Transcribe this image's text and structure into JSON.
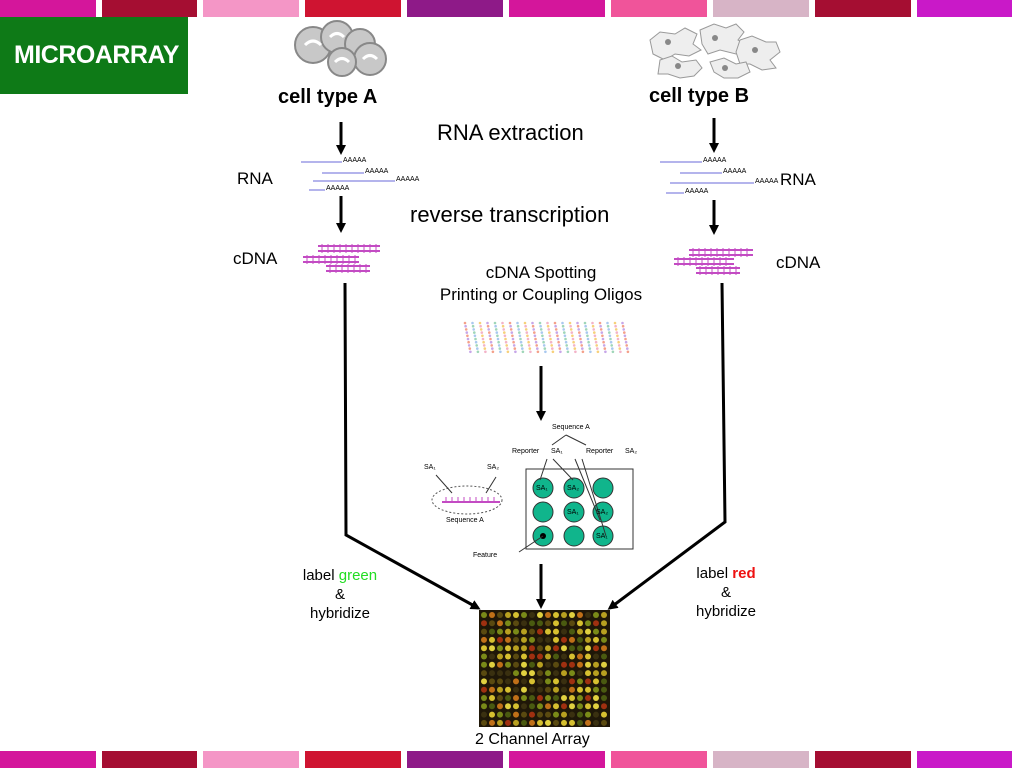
{
  "slide": {
    "badge": "MICROARRAY",
    "top_bar_colors": [
      "#d4169b",
      "#a50e32",
      "#f496c6",
      "#cf1431",
      "#8e1a88",
      "#d4169b",
      "#f0549a",
      "#d7b4c6",
      "#a50e32",
      "#c919c8"
    ],
    "bottom_bar_colors": [
      "#d4169b",
      "#a50e32",
      "#f496c6",
      "#cf1431",
      "#8e1a88",
      "#d4169b",
      "#f0549a",
      "#d7b4c6",
      "#a50e32",
      "#c919c8"
    ]
  },
  "diagram": {
    "cell_a": "cell type A",
    "cell_b": "cell type B",
    "rna_extraction": "RNA extraction",
    "reverse_transcription": "reverse transcription",
    "rna_left": "RNA",
    "rna_right": "RNA",
    "cdna_left": "cDNA",
    "cdna_right": "cDNA",
    "poly_a": "AAAAA",
    "spotting_line1": "cDNA Spotting",
    "spotting_line2": "Printing or Coupling Oligos",
    "sequence_a_top": "Sequence A",
    "reporter_1": "Reporter",
    "reporter_2": "Reporter",
    "sa1": "SA₁",
    "sa2": "SA₂",
    "sa1_left": "SA₁",
    "sa2_left": "SA₂",
    "sequence_a_left": "Sequence A",
    "feature": "Feature",
    "label_left_word": "label",
    "label_left_color": "green",
    "amp_left": "&",
    "hybridize_left": "hybridize",
    "label_right_word": "label",
    "label_right_color": "red",
    "amp_right": "&",
    "hybridize_right": "hybridize",
    "array_caption": "2 Channel Array"
  },
  "colors": {
    "green_label": "#22dd22",
    "red_label": "#ee1111",
    "cdna": "#c34bc3",
    "rna_line": "#6a6ad8",
    "spot": "#10b58c",
    "badge_bg": "#0e7a17"
  }
}
